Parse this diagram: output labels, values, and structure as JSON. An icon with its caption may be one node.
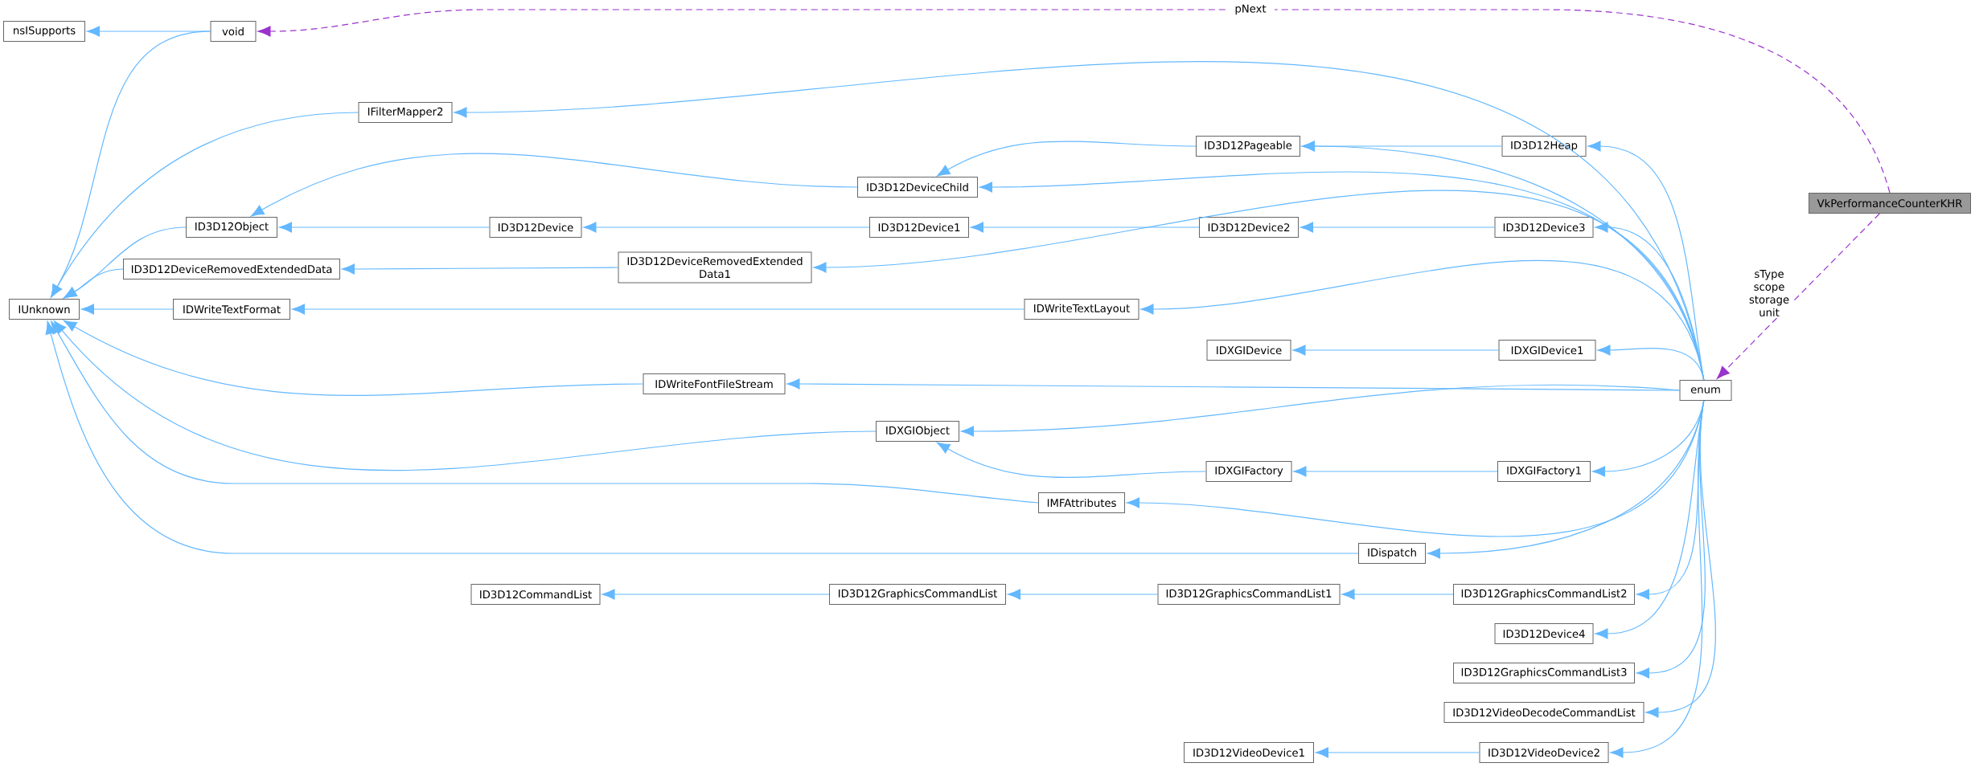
{
  "diagram": {
    "nodes": [
      {
        "text": [
          "nsISupports"
        ]
      },
      {
        "text": [
          "void"
        ]
      },
      {
        "text": [
          "IUnknown"
        ]
      },
      {
        "text": [
          "IFilterMapper2"
        ]
      },
      {
        "text": [
          "ID3D12Object"
        ]
      },
      {
        "text": [
          "ID3D12DeviceRemovedExtendedData"
        ]
      },
      {
        "text": [
          "IDWriteTextFormat"
        ]
      },
      {
        "text": [
          "ID3D12CommandList"
        ]
      },
      {
        "text": [
          "ID3D12Device"
        ]
      },
      {
        "text": [
          "ID3D12DeviceRemovedExtended Data1"
        ]
      },
      {
        "text": [
          "IDWriteFontFileStream"
        ]
      },
      {
        "text": [
          "ID3D12DeviceChild"
        ]
      },
      {
        "text": [
          "ID3D12Device1"
        ]
      },
      {
        "text": [
          "IDXGIObject"
        ]
      },
      {
        "text": [
          "ID3D12GraphicsCommandList"
        ]
      },
      {
        "text": [
          "ID3D12Pageable"
        ]
      },
      {
        "text": [
          "ID3D12Device2"
        ]
      },
      {
        "text": [
          "IDWriteTextLayout"
        ]
      },
      {
        "text": [
          "IDXGIDevice"
        ]
      },
      {
        "text": [
          "IDXGIFactory"
        ]
      },
      {
        "text": [
          "IMFAttributes"
        ]
      },
      {
        "text": [
          "ID3D12GraphicsCommandList1"
        ]
      },
      {
        "text": [
          "ID3D12VideoDevice1"
        ]
      },
      {
        "text": [
          "IDispatch"
        ]
      },
      {
        "text": [
          "ID3D12Heap"
        ]
      },
      {
        "text": [
          "ID3D12Device3"
        ]
      },
      {
        "text": [
          "IDXGIDevice1"
        ]
      },
      {
        "text": [
          "IDXGIFactory1"
        ]
      },
      {
        "text": [
          "ID3D12GraphicsCommandList2"
        ]
      },
      {
        "text": [
          "ID3D12Device4"
        ]
      },
      {
        "text": [
          "ID3D12GraphicsCommandList3"
        ]
      },
      {
        "text": [
          "ID3D12VideoDecodeCommandList"
        ]
      },
      {
        "text": [
          "ID3D12VideoDevice2"
        ]
      },
      {
        "text": [
          "enum"
        ]
      },
      {
        "text": [
          "VkPerformanceCounterKHR"
        ]
      }
    ],
    "edges": [
      {
        "from": 1,
        "to": 0,
        "arrow": "to"
      },
      {
        "from": 1,
        "to": 2,
        "arrow": "to"
      },
      {
        "from": 3,
        "to": 2,
        "arrow": "to"
      },
      {
        "from": 4,
        "to": 2,
        "arrow": "to"
      },
      {
        "from": 5,
        "to": 2,
        "arrow": "to"
      },
      {
        "from": 6,
        "to": 2,
        "arrow": "to"
      },
      {
        "from": 10,
        "to": 2,
        "arrow": "to"
      },
      {
        "from": 13,
        "to": 2,
        "arrow": "to"
      },
      {
        "from": 20,
        "to": 2,
        "arrow": "to"
      },
      {
        "from": 23,
        "to": 2,
        "arrow": "to"
      },
      {
        "from": 11,
        "to": 4,
        "arrow": "to"
      },
      {
        "from": 8,
        "to": 4,
        "arrow": "to"
      },
      {
        "from": 15,
        "to": 11,
        "arrow": "to"
      },
      {
        "from": 24,
        "to": 15,
        "arrow": "to"
      },
      {
        "from": 12,
        "to": 8,
        "arrow": "to"
      },
      {
        "from": 16,
        "to": 12,
        "arrow": "to"
      },
      {
        "from": 25,
        "to": 16,
        "arrow": "to"
      },
      {
        "from": 9,
        "to": 5,
        "arrow": "to"
      },
      {
        "from": 17,
        "to": 6,
        "arrow": "to"
      },
      {
        "from": 26,
        "to": 18,
        "arrow": "to"
      },
      {
        "from": 19,
        "to": 13,
        "arrow": "to"
      },
      {
        "from": 27,
        "to": 19,
        "arrow": "to"
      },
      {
        "from": 14,
        "to": 7,
        "arrow": "to"
      },
      {
        "from": 21,
        "to": 14,
        "arrow": "to"
      },
      {
        "from": 28,
        "to": 21,
        "arrow": "to"
      },
      {
        "from": 32,
        "to": 22,
        "arrow": "to"
      },
      {
        "from": 33,
        "to": 3,
        "arrow": "to"
      },
      {
        "from": 33,
        "to": 15,
        "arrow": "to"
      },
      {
        "from": 33,
        "to": 24,
        "arrow": "to"
      },
      {
        "from": 33,
        "to": 11,
        "arrow": "to"
      },
      {
        "from": 33,
        "to": 25,
        "arrow": "to"
      },
      {
        "from": 33,
        "to": 9,
        "arrow": "to"
      },
      {
        "from": 33,
        "to": 17,
        "arrow": "to"
      },
      {
        "from": 33,
        "to": 26,
        "arrow": "to"
      },
      {
        "from": 33,
        "to": 10,
        "arrow": "to"
      },
      {
        "from": 33,
        "to": 13,
        "arrow": "to"
      },
      {
        "from": 33,
        "to": 27,
        "arrow": "to"
      },
      {
        "from": 33,
        "to": 20,
        "arrow": "to"
      },
      {
        "from": 33,
        "to": 23,
        "arrow": "to"
      },
      {
        "from": 33,
        "to": 28,
        "arrow": "to"
      },
      {
        "from": 33,
        "to": 29,
        "arrow": "to"
      },
      {
        "from": 33,
        "to": 30,
        "arrow": "to"
      },
      {
        "from": 33,
        "to": 31,
        "arrow": "to"
      },
      {
        "from": 33,
        "to": 32,
        "arrow": "to"
      },
      {
        "from": 34,
        "to": 1,
        "arrow": "to",
        "label": "pNext",
        "style": "dashed",
        "color": "#9a32cd"
      },
      {
        "from": 34,
        "to": 33,
        "arrow": "to",
        "label": "sType scope storage unit",
        "style": "dashed",
        "color": "#9a32cd"
      }
    ]
  }
}
